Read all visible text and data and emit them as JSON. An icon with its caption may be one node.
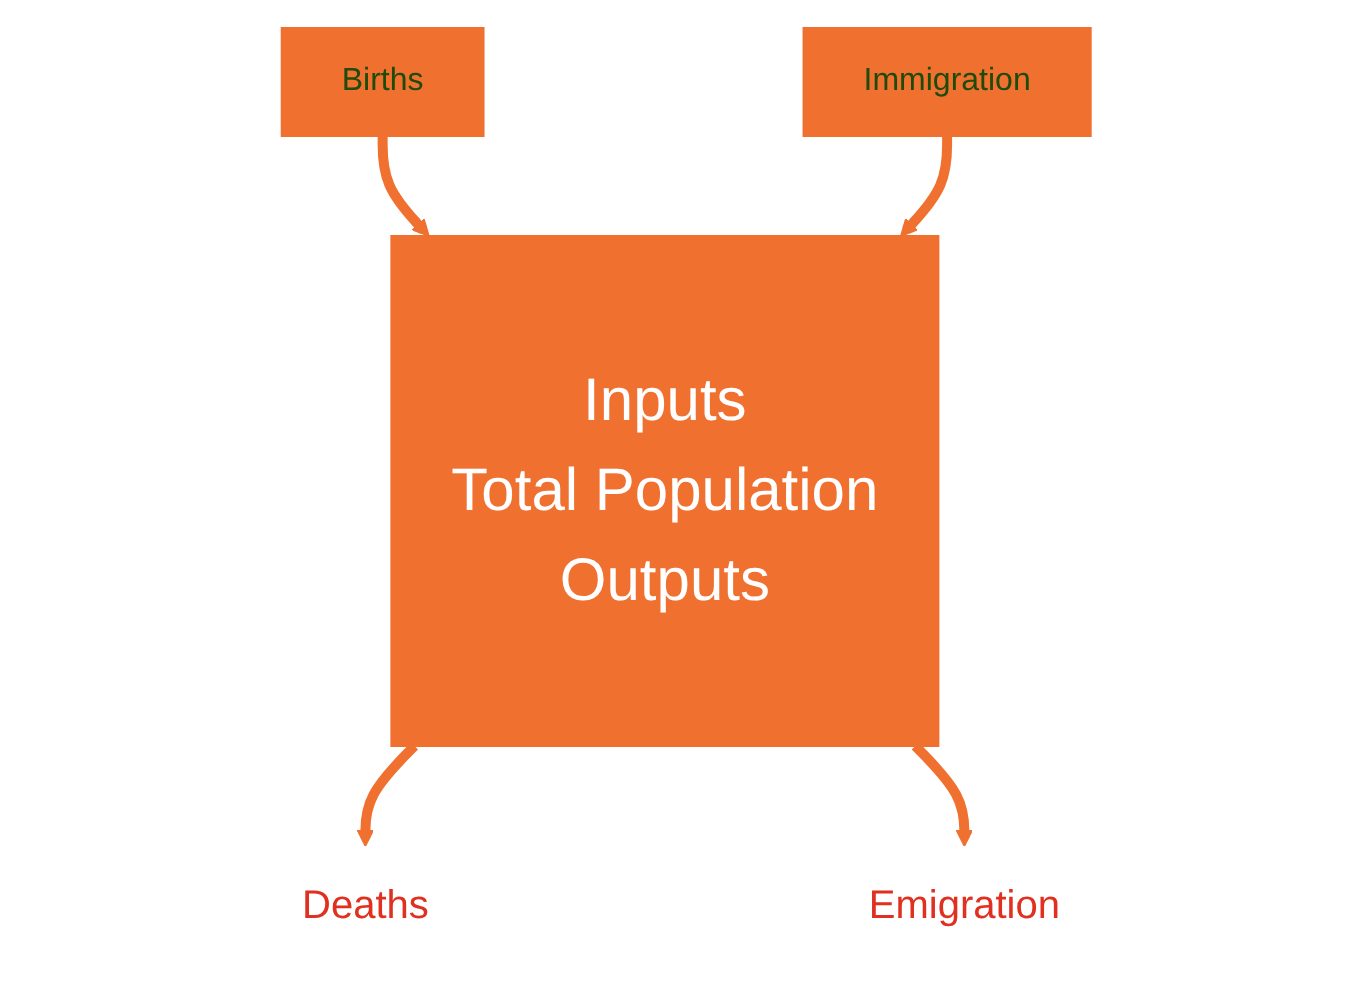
{
  "diagram": {
    "nodes": [
      {
        "text": [
          "Births"
        ]
      },
      {
        "text": [
          "Immigration"
        ]
      },
      {
        "text": [
          "Inputs",
          "Total Population",
          "Outputs"
        ]
      },
      {
        "text": [
          "Deaths"
        ]
      },
      {
        "text": [
          "Emigration"
        ]
      }
    ],
    "edges": [
      {
        "from": 0,
        "to": 2,
        "arrow": "to"
      },
      {
        "from": 1,
        "to": 2,
        "arrow": "to"
      },
      {
        "from": 2,
        "to": 3,
        "arrow": "to"
      },
      {
        "from": 2,
        "to": 4,
        "arrow": "to"
      }
    ]
  }
}
